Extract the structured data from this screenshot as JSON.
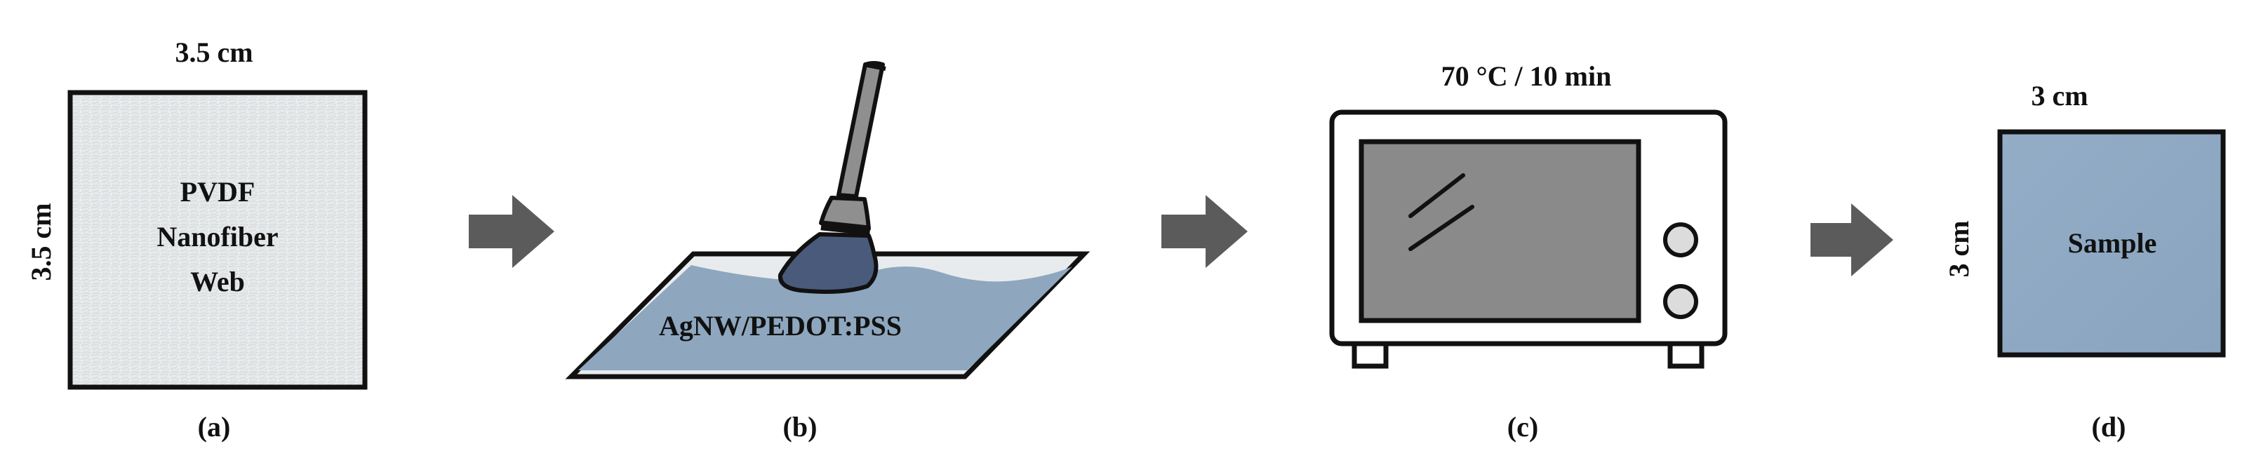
{
  "panels": {
    "a": {
      "top_dim": "3.5 cm",
      "side_dim": "3.5 cm",
      "label_lines": [
        "PVDF",
        "Nanofiber",
        "Web"
      ],
      "caption": "(a)"
    },
    "b": {
      "label": "AgNW/PEDOT:PSS",
      "caption": "(b)"
    },
    "c": {
      "condition": "70 °C / 10 min",
      "caption": "(c)"
    },
    "d": {
      "top_dim": "3 cm",
      "side_dim": "3 cm",
      "label": "Sample",
      "caption": "(d)"
    }
  },
  "colors": {
    "arrow": "#5b5b5b",
    "outline": "#111111",
    "web_fill": "#e6e9ea",
    "solution_blue": "#8ea7bf",
    "sample_blue": "#8fa9c4",
    "oven_window": "#8a8a8a",
    "brush_handle": "#8f8f8f",
    "brush_bristles": "#4a5a7a"
  },
  "icons": [
    "arrow-right-icon",
    "paint-brush-icon",
    "oven-icon"
  ]
}
